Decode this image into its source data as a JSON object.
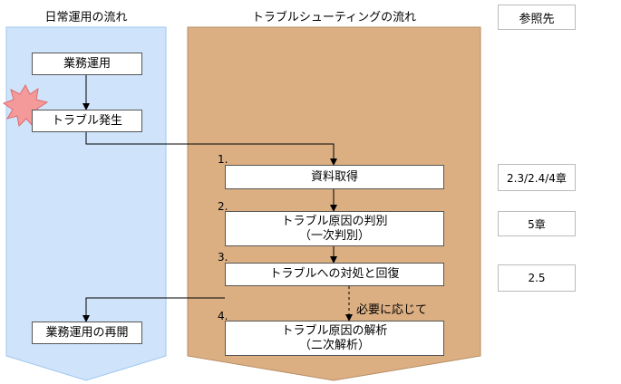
{
  "columns": {
    "daily": "日常運用の流れ",
    "troubleshoot": "トラブルシューティングの流れ",
    "reference": "参照先"
  },
  "daily_boxes": {
    "operation": "業務運用",
    "trouble": "トラブル発生",
    "resume": "業務運用の再開"
  },
  "steps": [
    {
      "num": "1.",
      "line1": "資料取得",
      "line2": "",
      "ref": "2.3/2.4/4章"
    },
    {
      "num": "2.",
      "line1": "トラブル原因の判別",
      "line2": "（一次判別）",
      "ref": "5章"
    },
    {
      "num": "3.",
      "line1": "トラブルへの対処と回復",
      "line2": "",
      "ref": "2.5"
    },
    {
      "num": "4.",
      "line1": "トラブル原因の解析",
      "line2": "（二次解析）",
      "ref": ""
    }
  ],
  "note": "必要に応じて",
  "colors": {
    "daily_bg": "#cfe4fb",
    "daily_border": "#9fc7ef",
    "trouble_bg": "#dcaf83",
    "trouble_border": "#b68d65",
    "burst": "#f49a9a"
  },
  "icons": {
    "burst": "explosion-icon"
  }
}
